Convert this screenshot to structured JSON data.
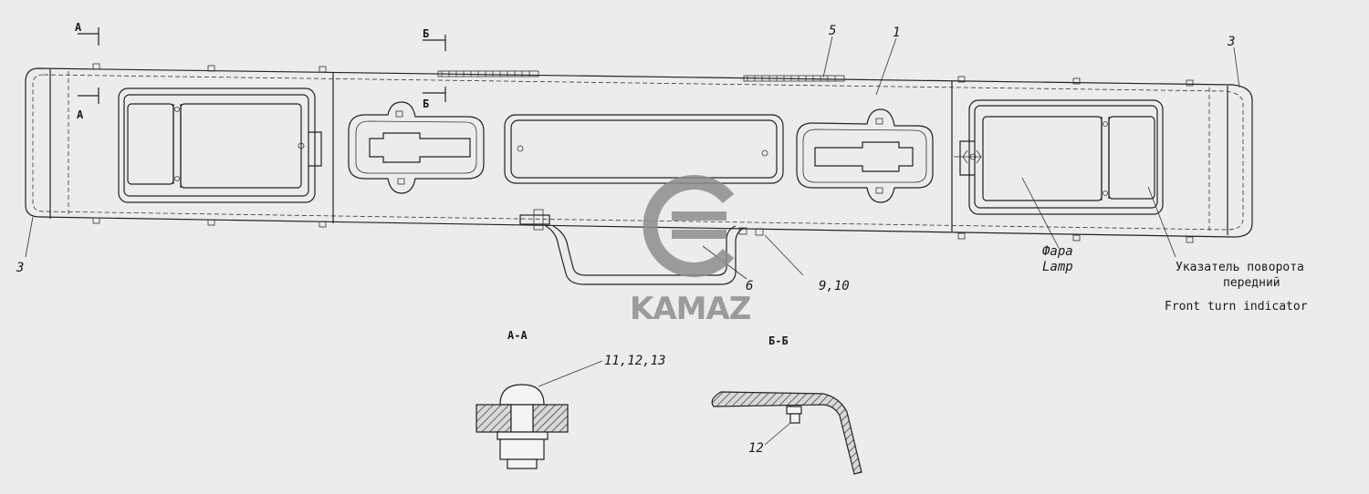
{
  "callouts": {
    "c1": "1",
    "c3_top": "3",
    "c3_left": "3",
    "c5": "5",
    "c6": "6",
    "c9_10": "9,10",
    "c11_12_13": "11,12,13",
    "c12": "12"
  },
  "section_marks": {
    "a_top": "А",
    "a_bottom": "А",
    "b_top": "Б",
    "b_bottom": "Б"
  },
  "section_titles": {
    "aa": "А-А",
    "bb": "Б-Б"
  },
  "labels": {
    "lamp_ru": "Фара",
    "lamp_en": "Lamp",
    "turn_ru_line1": "Указатель поворота",
    "turn_ru_line2": "передний",
    "turn_en": "Front turn indicator"
  },
  "watermark": {
    "brand": "KAMAZ"
  }
}
